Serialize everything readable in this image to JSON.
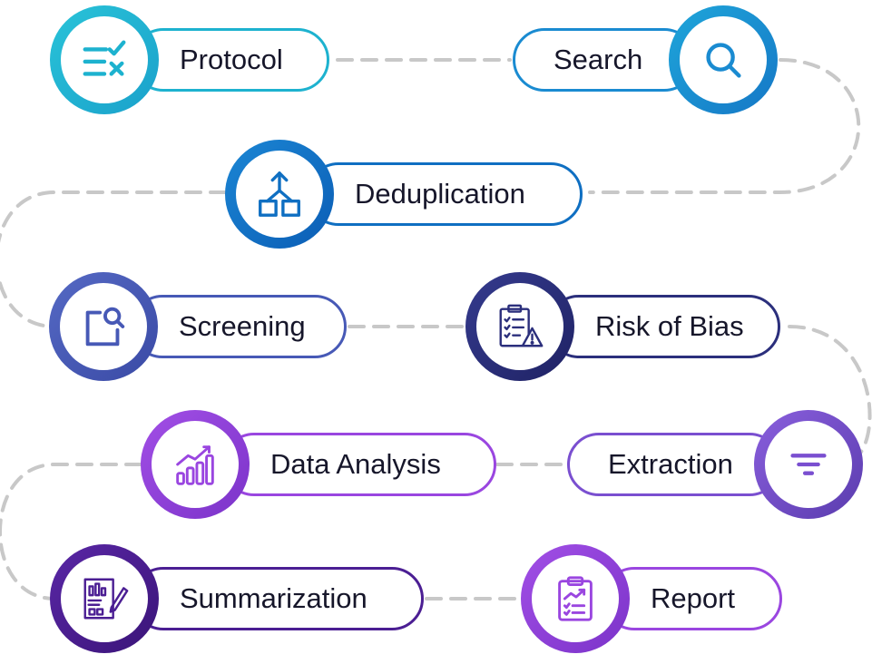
{
  "colors": {
    "teal": "#1db2cf",
    "sky": "#1a8bd1",
    "blue": "#0f6fc2",
    "indigo": "#4759b6",
    "navy": "#2b2f7c",
    "violet": "#7a4fd0",
    "purple": "#9a46e0",
    "deep_purple": "#4b1e93",
    "connector": "#c8c8c8"
  },
  "steps": [
    {
      "label": "Protocol",
      "icon": "checklist-icon"
    },
    {
      "label": "Search",
      "icon": "search-icon"
    },
    {
      "label": "Deduplication",
      "icon": "merge-icon"
    },
    {
      "label": "Screening",
      "icon": "document-search-icon"
    },
    {
      "label": "Risk of Bias",
      "icon": "clipboard-warning-icon"
    },
    {
      "label": "Extraction",
      "icon": "filter-icon"
    },
    {
      "label": "Data Analysis",
      "icon": "bar-chart-icon"
    },
    {
      "label": "Summarization",
      "icon": "report-edit-icon"
    },
    {
      "label": "Report",
      "icon": "clipboard-chart-icon"
    }
  ]
}
